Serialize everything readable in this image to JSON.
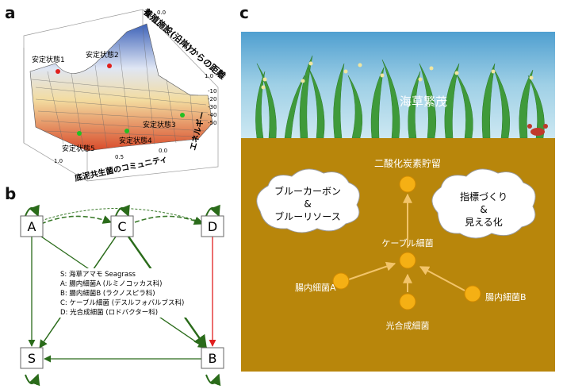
{
  "panels": {
    "a": "a",
    "b": "b",
    "c": "c"
  },
  "panel_a": {
    "states": [
      "安定状態1",
      "安定状態2",
      "安定状態3",
      "安定状態4",
      "安定状態5"
    ],
    "axis_x": "底泥共生菌のコミュニティ",
    "axis_y": "養殖施設(沿岸)からの距離",
    "axis_z": "エネルギー",
    "z_ticks": [
      "-10",
      "-20",
      "-30",
      "-40",
      "-50"
    ],
    "y_ticks": [
      "0.0",
      "0.5",
      "1.0"
    ],
    "x_ticks": [
      "0.0",
      "0.5",
      "1.0"
    ]
  },
  "panel_b": {
    "nodes": [
      "A",
      "C",
      "D",
      "S",
      "B"
    ],
    "legend": [
      "S: 海草アマモ Seagrass",
      "A: 腸内細菌A (ルミノコッカス科)",
      "B: 腸内細菌B (ラクノスピラ科)",
      "C: ケーブル細菌 (デスルフォバルブス科)",
      "D: 光合成細菌 (ロドバクター科)"
    ]
  },
  "panel_c": {
    "top_label": "海草繁茂",
    "cloud_left": [
      "ブルーカーボン",
      "&",
      "ブルーリソース"
    ],
    "cloud_right": [
      "指標づくり",
      "&",
      "見える化"
    ],
    "nodes": {
      "carbon": "二酸化炭素貯留",
      "cable": "ケーブル細菌",
      "gutA": "腸内細菌A",
      "gutB": "腸内細菌B",
      "photo": "光合成細菌"
    },
    "colors": {
      "water": "#8fc3db",
      "sediment": "#b8860b",
      "node": "#f5b014",
      "arrow": "#f2c46a"
    }
  }
}
